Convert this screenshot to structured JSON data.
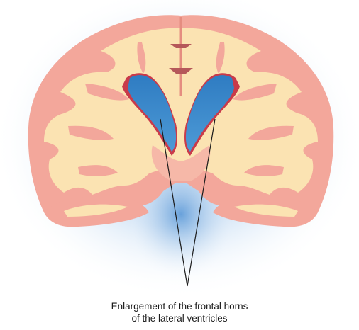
{
  "caption": {
    "line1": "Enlargement of the frontal horns",
    "line2": "of the lateral ventricles"
  },
  "colors": {
    "background": "#ffffff",
    "glow": "#bcd6f2",
    "cortex": "#f3a79b",
    "white_matter": "#fbe3b2",
    "ventricle": "#3b87c8",
    "ventricle_edge": "#c93a4a",
    "leader_line": "#1a1a1a"
  },
  "icons": {
    "illustration": "coronal-brain-section"
  }
}
